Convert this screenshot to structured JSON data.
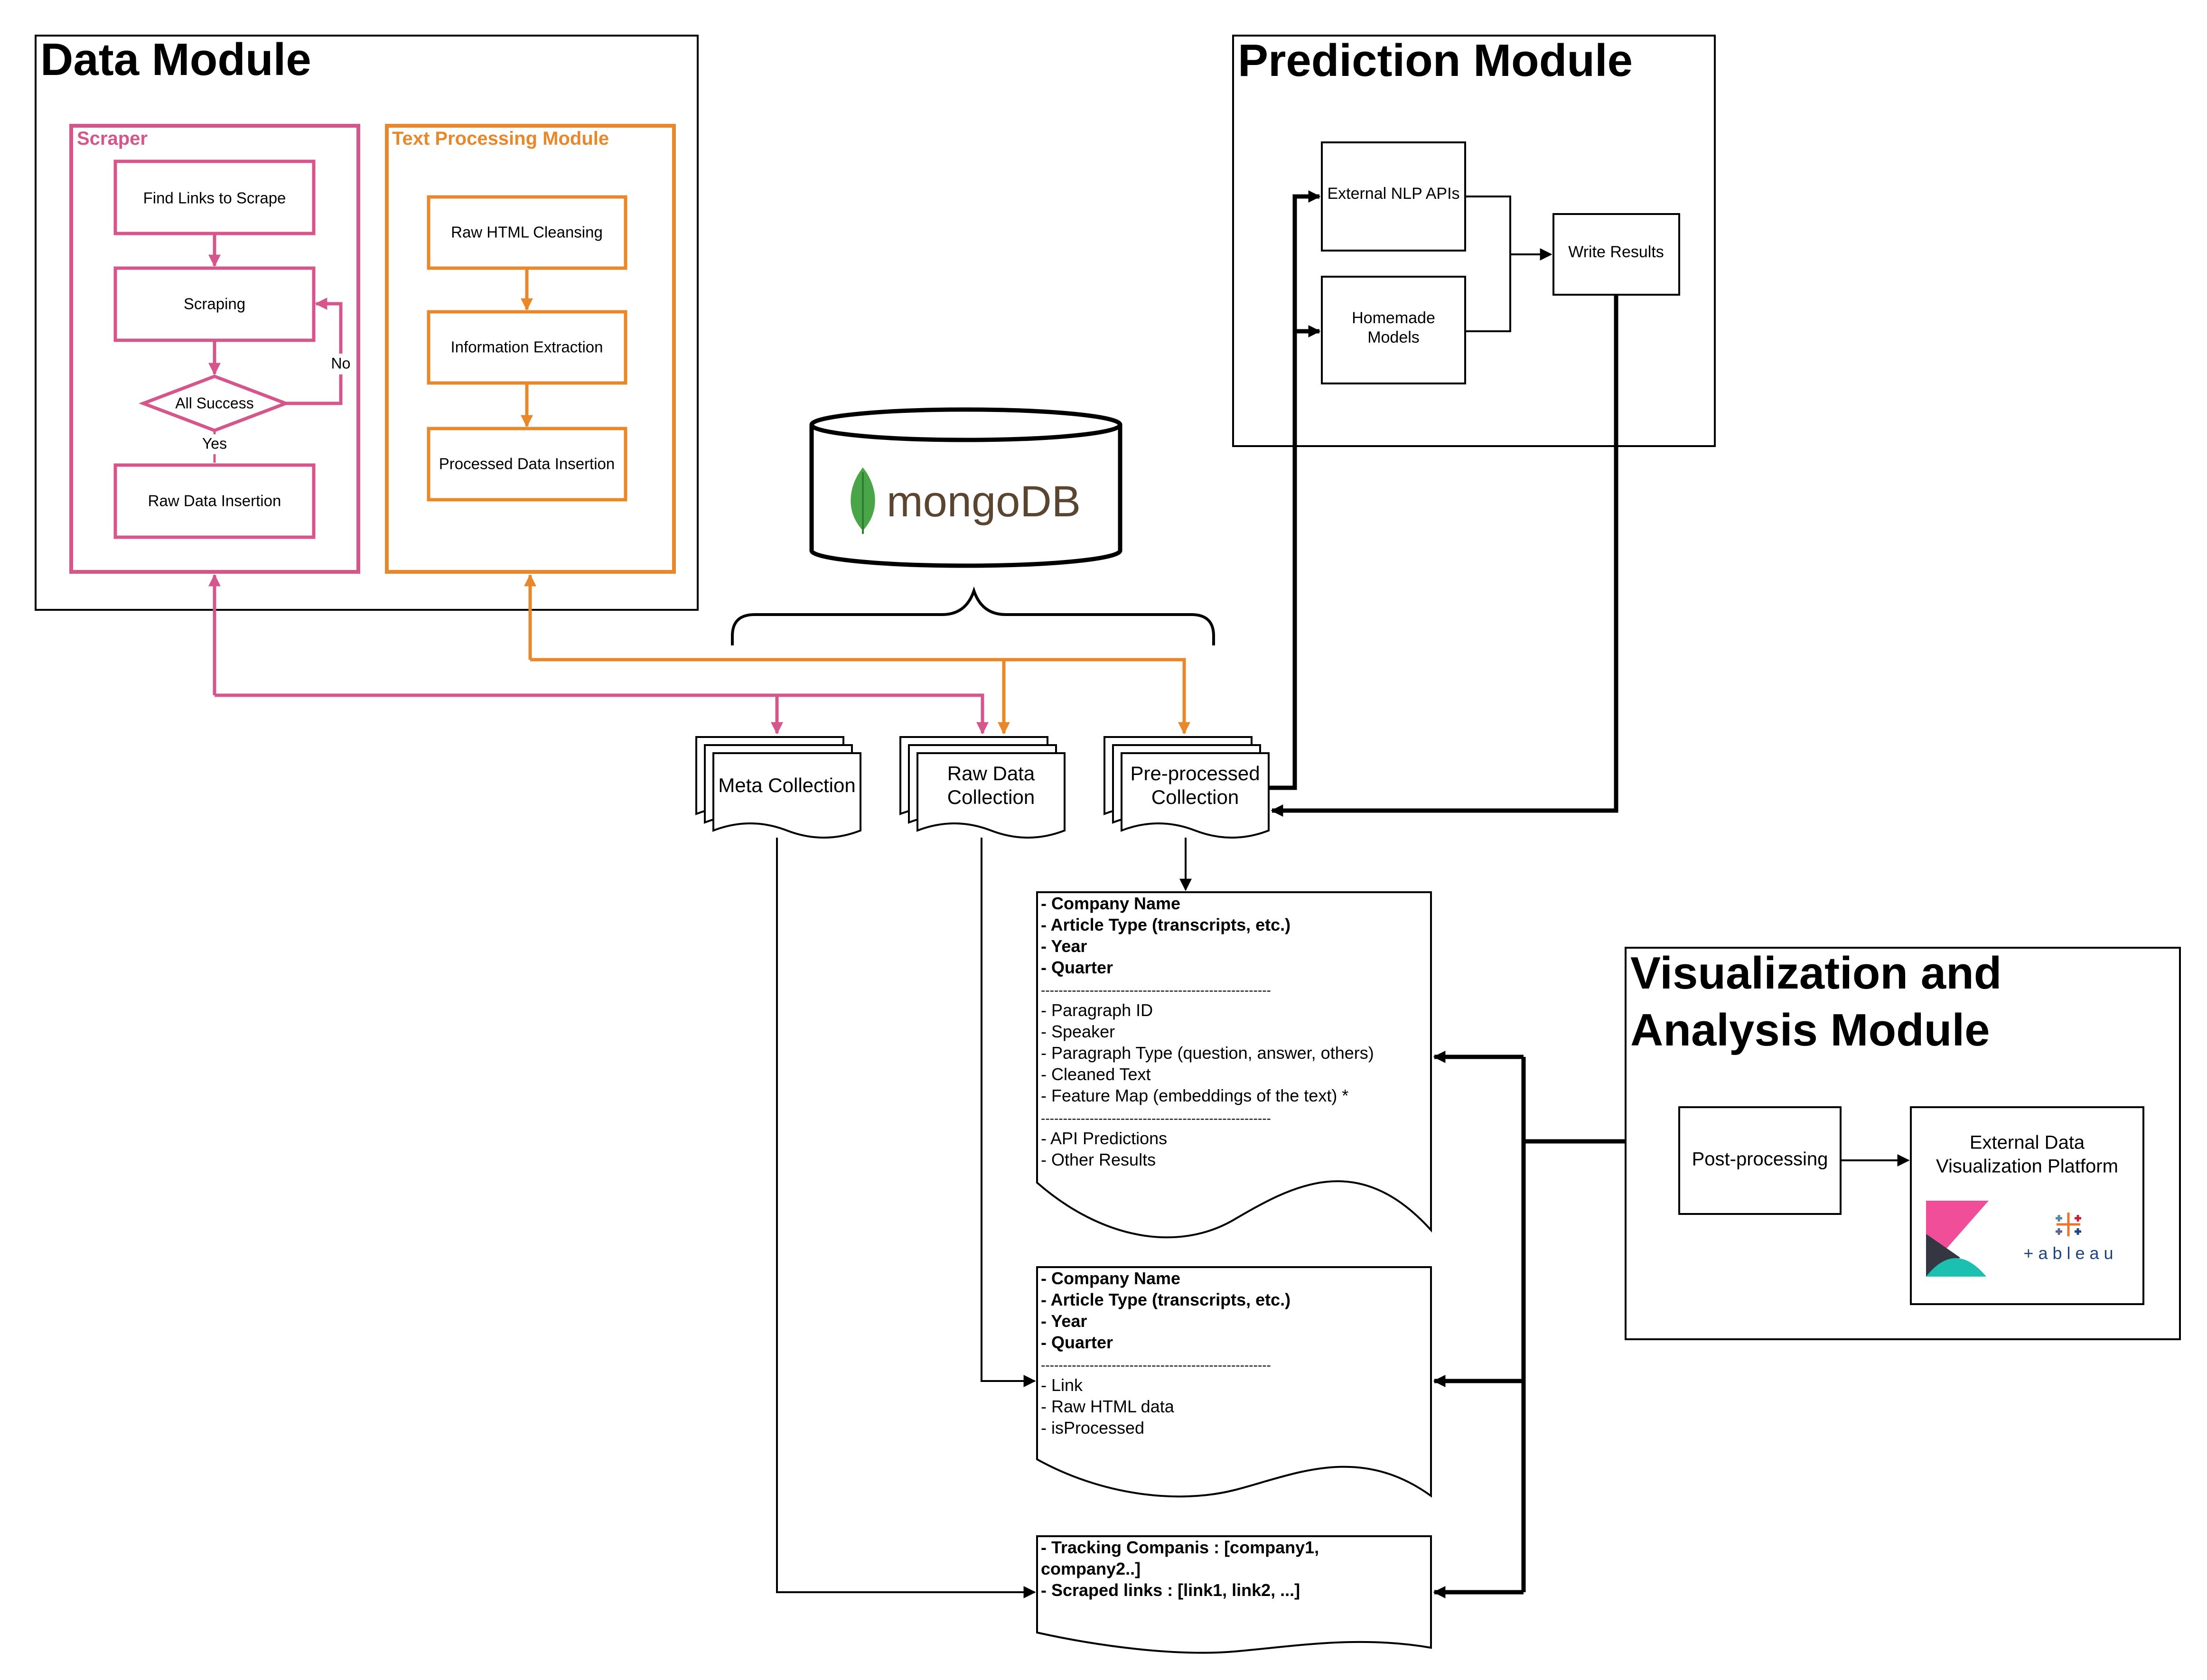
{
  "data_module": {
    "title": "Data Module",
    "scraper": {
      "title": "Scraper",
      "find_links": "Find Links to Scrape",
      "scraping": "Scraping",
      "all_success": "All Success",
      "no_label": "No",
      "yes_label": "Yes",
      "raw_insert": "Raw Data Insertion"
    },
    "text_processing": {
      "title": "Text Processing Module",
      "cleansing": "Raw HTML Cleansing",
      "extraction": "Information Extraction",
      "insertion": "Processed Data Insertion"
    }
  },
  "prediction_module": {
    "title": "Prediction Module",
    "nlp_apis": "External NLP APIs",
    "homemade_line1": "Homemade",
    "homemade_line2": "Models",
    "write_results": "Write Results"
  },
  "database": {
    "logo_text": "mongoDB"
  },
  "collections": {
    "meta": "Meta Collection",
    "raw_line1": "Raw Data",
    "raw_line2": "Collection",
    "pre_line1": "Pre-processed",
    "pre_line2": "Collection"
  },
  "schemas": {
    "preprocessed": {
      "bold": [
        "- Company Name",
        "- Article Type (transcripts, etc.)",
        "- Year",
        "- Quarter"
      ],
      "divider": "----------------------------------------------------",
      "fields": [
        "- Paragraph ID",
        "- Speaker",
        "- Paragraph Type (question, answer, others)",
        "- Cleaned Text",
        "- Feature Map (embeddings of the text) *"
      ],
      "results": [
        "- API Predictions",
        "- Other Results"
      ]
    },
    "raw": {
      "bold": [
        "- Company Name",
        "- Article Type (transcripts, etc.)",
        "- Year",
        "- Quarter"
      ],
      "divider": "----------------------------------------------------",
      "fields": [
        "- Link",
        "- Raw HTML data",
        "- isProcessed"
      ]
    },
    "meta": {
      "bold": [
        "- Tracking Companis : [company1,",
        "company2..]",
        "- Scraped links : [link1, link2, ...]"
      ]
    }
  },
  "viz_module": {
    "title_line1": "Visualization and",
    "title_line2": "Analysis Module",
    "post_processing": "Post-processing",
    "platform_line1": "External Data",
    "platform_line2": "Visualization Platform",
    "tableau_text": "+ a b l e a u"
  },
  "colors": {
    "scraper": "#d4568a",
    "text_processing": "#e8882a",
    "line": "#000000",
    "mongo_leaf": "#4aa548",
    "mongo_text": "#5a4531",
    "kibana_pink": "#f04e98",
    "kibana_dark": "#343741",
    "kibana_teal": "#1bc0b0"
  }
}
